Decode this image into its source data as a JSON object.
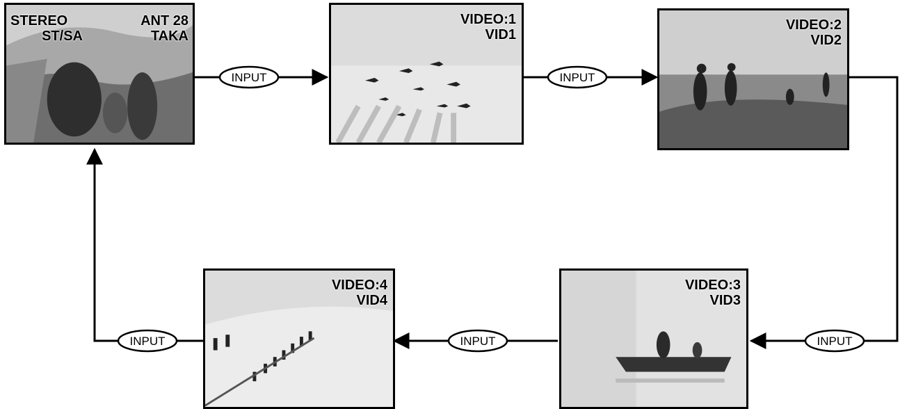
{
  "panels": {
    "antenna": {
      "line1_left": "STEREO",
      "line2_left": "ST/SA",
      "line1_right": "ANT 28",
      "line2_right": "TAKA"
    },
    "video1": {
      "line1": "VIDEO:1",
      "line2": "VID1"
    },
    "video2": {
      "line1": "VIDEO:2",
      "line2": "VID2"
    },
    "video3": {
      "line1": "VIDEO:3",
      "line2": "VID3"
    },
    "video4": {
      "line1": "VIDEO:4",
      "line2": "VID4"
    }
  },
  "buttons": {
    "input_1": "INPUT",
    "input_2": "INPUT",
    "input_3": "INPUT",
    "input_4": "INPUT",
    "input_5": "INPUT"
  },
  "colors": {
    "line": "#000000",
    "screen_bg": "#d4d4d4"
  }
}
